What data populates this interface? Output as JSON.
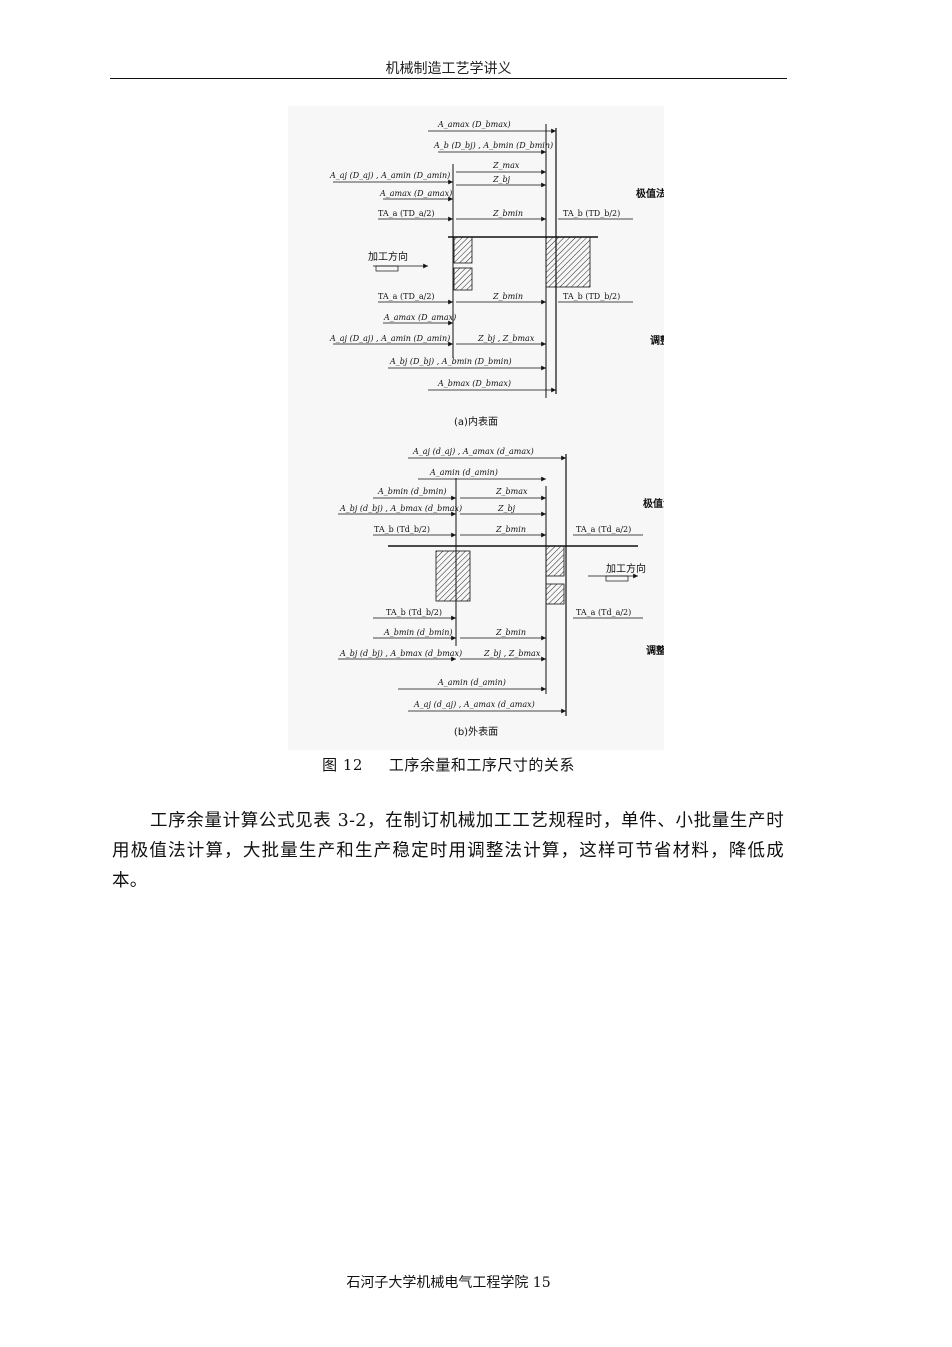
{
  "header": {
    "title": "机械制造工艺学讲义"
  },
  "figure": {
    "top": {
      "labels": [
        "A_amax (D_bmax)",
        "A_b (D_bj) , A_bmin (D_bmin)",
        "A_aj (D_aj) , A_amin (D_amin)",
        "Z_max",
        "Z_bj",
        "A_amax (D_amax)",
        "TA_a (TD_a/2)",
        "Z_bmin",
        "TA_b (TD_b/2)",
        "TA_a (TD_a/2)",
        "Z_bmin",
        "TA_b (TD_b/2)",
        "A_amax (D_amax)",
        "A_aj (D_aj) , A_amin (D_amin)",
        "Z_bj , Z_bmax",
        "A_bj (D_bj) , A_bmin (D_bmin)",
        "A_bmax (D_bmax)"
      ],
      "method_extreme": "极值法",
      "method_adjust": "调整法",
      "direction": "加工方向",
      "sub_caption": "(a)内表面"
    },
    "bottom": {
      "labels": [
        "A_aj (d_aj) , A_amax (d_amax)",
        "A_amin (d_amin)",
        "A_bmin (d_bmin)",
        "Z_bmax",
        "A_bj (d_bj) , A_bmax (d_bmax)",
        "Z_bj",
        "TA_b (Td_b/2)",
        "Z_bmin",
        "TA_a (Td_a/2)",
        "TA_b (Td_b/2)",
        "TA_a (Td_a/2)",
        "A_bmin (d_bmin)",
        "Z_bmin",
        "A_bj (d_bj) , A_bmax (d_bmax)",
        "Z_bj , Z_bmax",
        "A_amin (d_amin)",
        "A_aj (d_aj) , A_amax (d_amax)"
      ],
      "method_extreme": "极值法",
      "method_adjust": "调整法",
      "direction": "加工方向",
      "sub_caption": "(b)外表面"
    }
  },
  "caption": {
    "number": "图 12",
    "text": "工序余量和工序尺寸的关系"
  },
  "paragraph": "工序余量计算公式见表 3-2，在制订机械加工工艺规程时，单件、小批量生产时用极值法计算，大批量生产和生产稳定时用调整法计算，这样可节省材料，降低成本。",
  "footer": {
    "text": "石河子大学机械电气工程学院 15"
  }
}
